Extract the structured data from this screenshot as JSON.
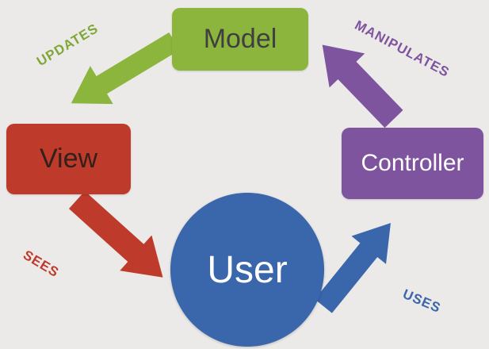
{
  "diagram_title": "MVC pattern diagram",
  "background_color": "#ECEAE8",
  "nodes": {
    "model": {
      "label": "Model",
      "color": "#8CB53E",
      "text_color": "#3F3F3F"
    },
    "view": {
      "label": "View",
      "color": "#BE3A2B",
      "text_color": "#33201B"
    },
    "controller": {
      "label": "Controller",
      "color": "#7E549E",
      "text_color": "#FFFFFF"
    },
    "user": {
      "label": "User",
      "color": "#3A66AC",
      "text_color": "#FFFFFF"
    }
  },
  "arrows": {
    "updates": {
      "label": "UPDATES",
      "color": "#8CB53E",
      "label_color": "#7FA737",
      "from": "model",
      "to": "view"
    },
    "manipulates": {
      "label": "MANIPULATES",
      "color": "#7E549E",
      "label_color": "#7E549E",
      "from": "controller",
      "to": "model"
    },
    "sees": {
      "label": "SEES",
      "color": "#BE3A2B",
      "label_color": "#BE3A2B",
      "from": "view",
      "to": "user"
    },
    "uses": {
      "label": "USES",
      "color": "#3A66AC",
      "label_color": "#3A66AC",
      "from": "user",
      "to": "controller"
    }
  }
}
